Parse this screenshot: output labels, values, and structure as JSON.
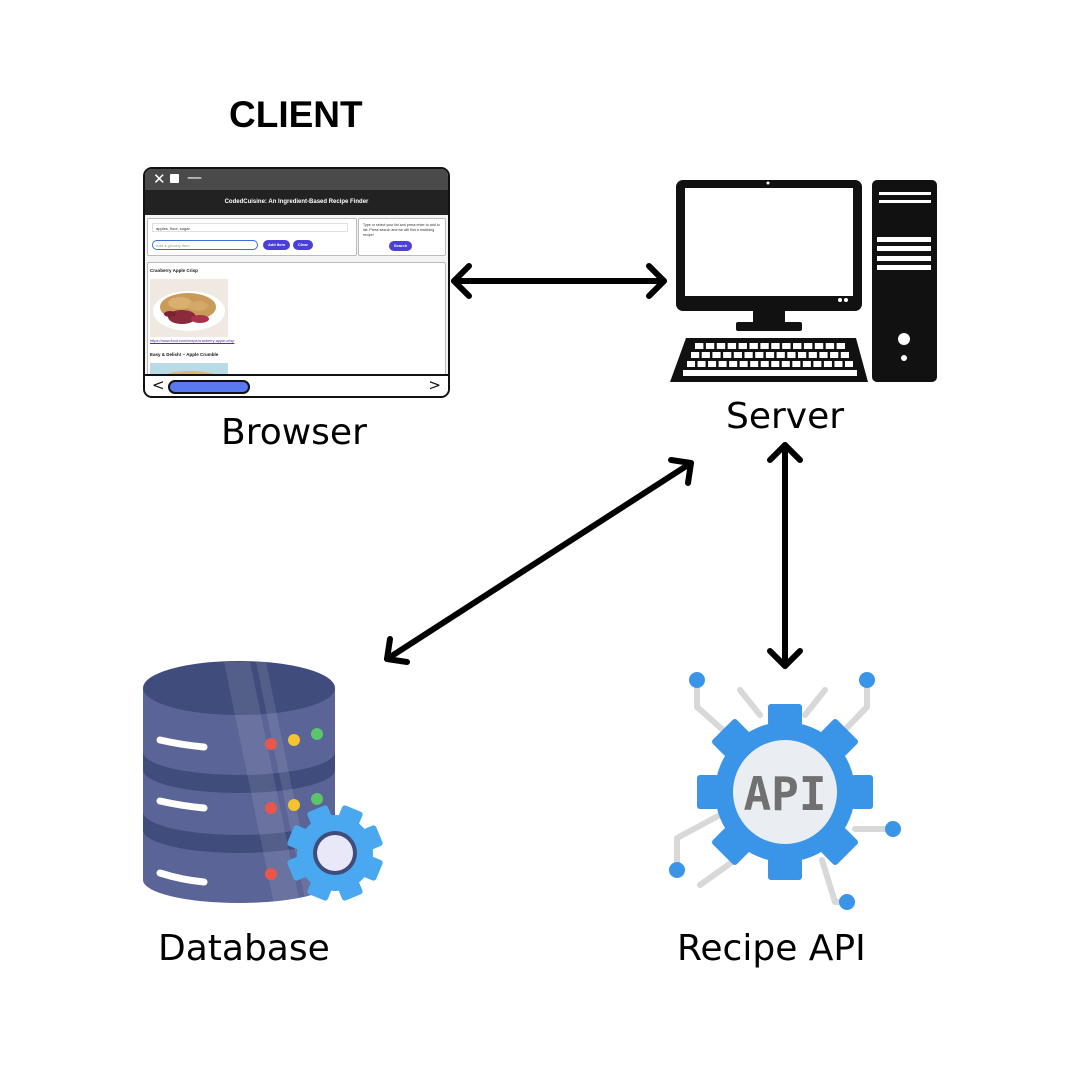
{
  "labels": {
    "client": "CLIENT",
    "browser": "Browser",
    "server": "Server",
    "database": "Database",
    "recipe_api": "Recipe API",
    "api_badge": "API"
  },
  "browser_window": {
    "app_title": "CodedCuisine: An Ingredient-Based Recipe Finder",
    "ingredients_value": "apples, flour, sugar",
    "grocery_placeholder": "Add a grocery item",
    "add_item_button": "Add Item",
    "clear_button": "Clear",
    "help_text": "Type or select your list and press enter to add to list. Press search and we will find a matching recipe!",
    "search_button": "Search",
    "results": [
      {
        "title": "Cranberry Apple Crisp",
        "link": "https://www.food.com/recipe/cranberry-apple-crisp"
      },
      {
        "title": "Easy & Delish! ~ Apple Crumble"
      }
    ],
    "scroll_left": "<",
    "scroll_right": ">"
  },
  "connections": [
    {
      "from": "Browser",
      "to": "Server",
      "bidirectional": true
    },
    {
      "from": "Database",
      "to": "Server",
      "bidirectional": true
    },
    {
      "from": "Server",
      "to": "Recipe API",
      "bidirectional": true
    }
  ],
  "icons": {
    "browser": "browser-window-icon",
    "server": "desktop-computer-icon",
    "database": "database-gear-icon",
    "recipe_api": "api-gear-icon"
  },
  "colors": {
    "database_body": "#5a6496",
    "database_top": "#404c7c",
    "gear_light_blue": "#4aa8f0",
    "api_gear_blue": "#3a95e8",
    "api_circuit_gray": "#d8d8d8",
    "scroll_thumb": "#5a78f0",
    "button_purple": "#4b3fd9"
  }
}
